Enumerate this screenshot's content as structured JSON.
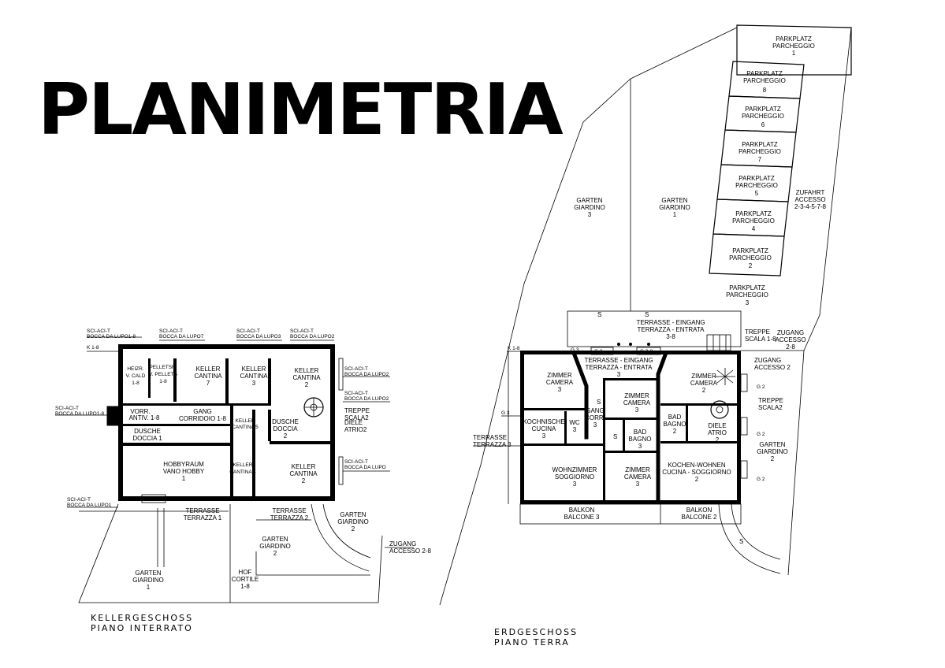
{
  "title": "PLANIMETRIA",
  "basement": {
    "caption_line1": "KELLERGESCHOSS",
    "caption_line2": "PIANO INTERRATO",
    "heizr": [
      "HEIZR.",
      "V. CALD",
      "1-8"
    ],
    "pellets": [
      "PELLETSR.",
      "V. PELLETS",
      "1-8"
    ],
    "keller7": [
      "KELLER",
      "CANTINA",
      "7"
    ],
    "keller3": [
      "KELLER",
      "CANTINA",
      "3"
    ],
    "keller2": [
      "KELLER",
      "CANTINA",
      "2"
    ],
    "vorr": [
      "VORR.",
      "ANTIV. 1-8"
    ],
    "gang": [
      "GANG",
      "CORRIDOIO 1-8"
    ],
    "keller5": [
      "KELLER",
      "CANTINA 5"
    ],
    "dusche2": [
      "DUSCHE",
      "DOCCIA",
      "2"
    ],
    "dusche1": [
      "DUSCHE",
      "DOCCIA 1"
    ],
    "hobby": [
      "HOBBYRAUM",
      "VANO HOBBY",
      "1"
    ],
    "keller4": [
      "KELLER",
      "CANTINA 4"
    ],
    "keller2b": [
      "KELLER",
      "CANTINA",
      "2"
    ],
    "treppe": [
      "TREPPE",
      "SCALA2"
    ],
    "diele": [
      "DIELE",
      "ATRIO2"
    ],
    "terr1": [
      "TERRASSE",
      "TERRAZZA 1"
    ],
    "terr2": [
      "TERRASSE",
      "TERRAZZA 2"
    ],
    "garten2": [
      "GARTEN",
      "GIARDINO",
      "2"
    ],
    "garten2b": [
      "GARTEN",
      "GIARDINO",
      "2"
    ],
    "garten1": [
      "GARTEN",
      "GIARDINO",
      "1"
    ],
    "hof": [
      "HOF",
      "CORTILE",
      "1-8"
    ],
    "zugang": [
      "ZUGANG",
      "ACCESSO 2-8"
    ],
    "k18": "K 1-8",
    "sch_labels": [
      [
        "SCI-ACI-T",
        "BOCCA DA LUPO1-8"
      ],
      [
        "SCI-ACI-T",
        "BOCCA DA LUPO7"
      ],
      [
        "SCI-ACI-T",
        "BOCCA DA LUPO3"
      ],
      [
        "SCI-ACI-T",
        "BOCCA DA LUPO2"
      ],
      [
        "SCI-ACI-T",
        "BOCCA DA LUPO2"
      ],
      [
        "SCI-ACI-T",
        "BOCCA DA LUPO2"
      ],
      [
        "SCI-ACI-T",
        "BOCCA DA LUPO1-8"
      ],
      [
        "SCI-ACI-T",
        "BOCCA DA LUPO"
      ],
      [
        "SCI-ACI-T",
        "BOCCA DA LUPO1"
      ]
    ]
  },
  "ground": {
    "caption_line1": "ERDGESCHOSS",
    "caption_line2": "PIANO TERRA",
    "parking": [
      [
        "PARKPLATZ",
        "PARCHEGGIO",
        "1"
      ],
      [
        "PARKPLATZ",
        "PARCHEGGIO",
        "8"
      ],
      [
        "PARKPLATZ",
        "PARCHEGGIO",
        "6"
      ],
      [
        "PARKPLATZ",
        "PARCHEGGIO",
        "7"
      ],
      [
        "PARKPLATZ",
        "PARCHEGGIO",
        "5"
      ],
      [
        "PARKPLATZ",
        "PARCHEGGIO",
        "4"
      ],
      [
        "PARKPLATZ",
        "PARCHEGGIO",
        "2"
      ],
      [
        "PARKPLATZ",
        "PARCHEGGIO",
        "3"
      ]
    ],
    "zufahrt": [
      "ZUFAHRT",
      "ACCESSO",
      "2-3-4-5-7-8"
    ],
    "garten3": [
      "GARTEN",
      "GIARDINO",
      "3"
    ],
    "garten1": [
      "GARTEN",
      "GIARDINO",
      "1"
    ],
    "terr_top": [
      "TERRASSE - EINGANG",
      "TERRAZZA - ENTRATA",
      "3-8"
    ],
    "terr_in": [
      "TERRASSE - EINGANG",
      "TERRAZZA - ENTRATA",
      "3"
    ],
    "treppe18": [
      "TREPPE",
      "SCALA 1-8"
    ],
    "zugang28": [
      "ZUGANG",
      "ACCESSO",
      "2-8"
    ],
    "zugang2": [
      "ZUGANG",
      "ACCESSO 2"
    ],
    "zimmer3a": [
      "ZIMMER",
      "CAMERA",
      "3"
    ],
    "zimmer2a": [
      "ZIMMER",
      "CAMERA",
      "2"
    ],
    "gangcorr": [
      "GANG",
      "CORR.",
      "3"
    ],
    "zimmer3b": [
      "ZIMMER",
      "CAMERA",
      "3"
    ],
    "koch3": [
      "KOCHNISCHE",
      "CUCINA",
      "3"
    ],
    "wc3": [
      "WC",
      "3"
    ],
    "bad3": [
      "BAD",
      "BAGNO",
      "3"
    ],
    "bad2": [
      "BAD",
      "BAGNO",
      "2"
    ],
    "diele2": [
      "DIELE",
      "ATRIO",
      "2"
    ],
    "treppe2": [
      "TREPPE",
      "SCALA2"
    ],
    "wohn3": [
      "WOHNZIMMER",
      "SOGGIORNO",
      "3"
    ],
    "zimmer3c": [
      "ZIMMER",
      "CAMERA",
      "3"
    ],
    "koch2": [
      "KOCHEN-WOHNEN",
      "CUCINA - SOGGIORNO",
      "2"
    ],
    "garten2": [
      "GARTEN",
      "GIARDINO",
      "2"
    ],
    "terr3": [
      "TERRASSE",
      "TERRAZZA 3"
    ],
    "balkon3": [
      "BALKON",
      "BALCONE 3"
    ],
    "balkon2": [
      "BALKON",
      "BALCONE 2"
    ],
    "k18": "K 1-8",
    "g3": "G 3",
    "g38": "G 3-8",
    "g2": "G 2",
    "s": "S"
  }
}
